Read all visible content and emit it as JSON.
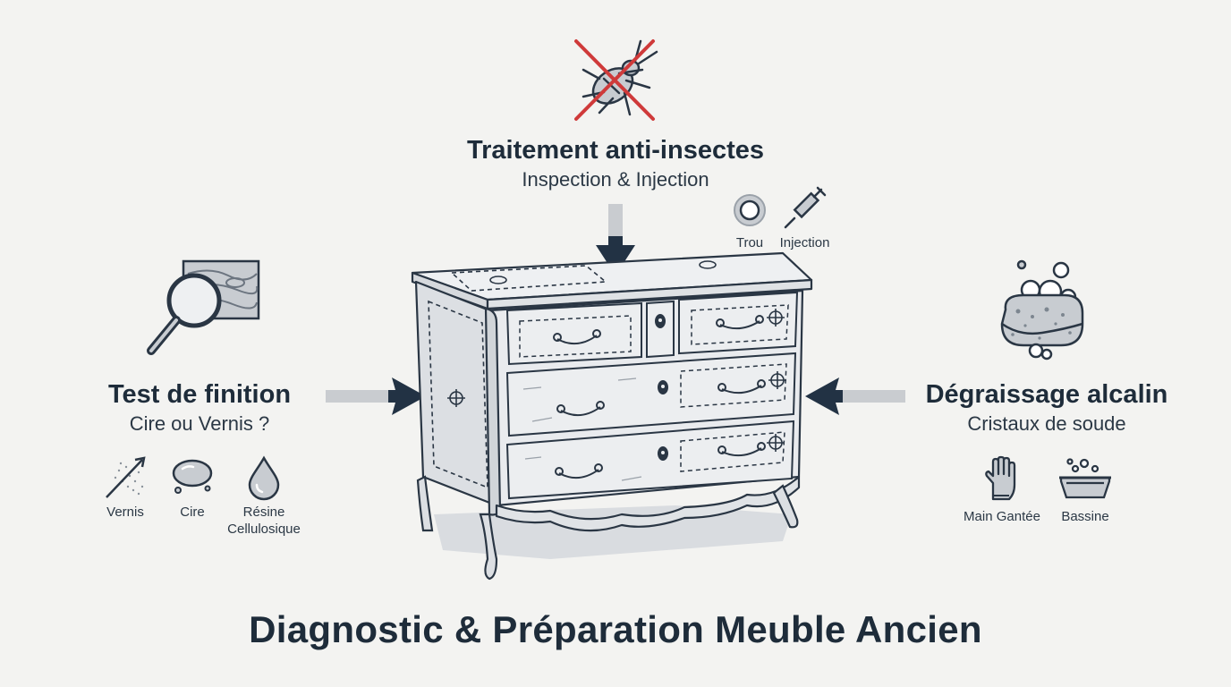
{
  "top": {
    "title": "Traitement anti-insectes",
    "subtitle": "Inspection & Injection",
    "icons": [
      {
        "icon": "hole-icon",
        "label": "Trou"
      },
      {
        "icon": "syringe-icon",
        "label": "Injection"
      }
    ]
  },
  "left": {
    "title": "Test de finition",
    "subtitle": "Cire ou Vernis ?",
    "icons": [
      {
        "icon": "varnish-spray-icon",
        "label": "Vernis"
      },
      {
        "icon": "wax-blob-icon",
        "label": "Cire"
      },
      {
        "icon": "resin-drop-icon",
        "label_line1": "Résine",
        "label_line2": "Cellulosique"
      }
    ]
  },
  "right": {
    "title": "Dégraissage alcalin",
    "subtitle": "Cristaux de soude",
    "icons": [
      {
        "icon": "gloved-hand-icon",
        "label": "Main Gantée"
      },
      {
        "icon": "basin-icon",
        "label": "Bassine"
      }
    ]
  },
  "main_title": "Diagnostic & Préparation Meuble Ancien",
  "colors": {
    "ink": "#1e2c3a",
    "red_cross": "#cf3a3a",
    "arrow_tail": "#c9ccd0",
    "background": "#f3f3f1"
  }
}
